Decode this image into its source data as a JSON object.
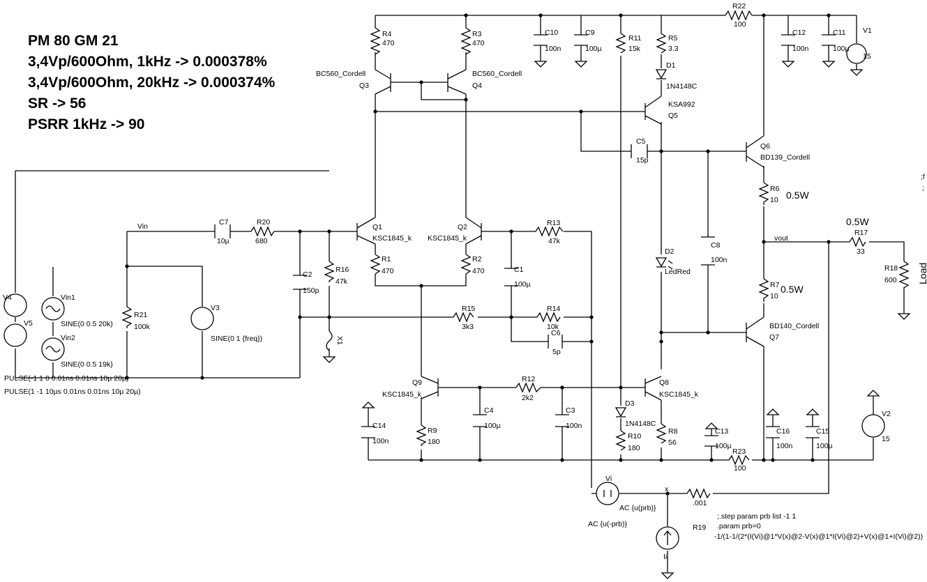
{
  "notes": {
    "line1": "PM 80 GM 21",
    "line2": "3,4Vp/600Ohm, 1kHz   -> 0.000378%",
    "line3": "3,4Vp/600Ohm, 20kHz -> 0.000374%",
    "line4": "SR -> 56",
    "line5": "PSRR 1kHz -> 90"
  },
  "components": {
    "R4": {
      "name": "R4",
      "value": "470"
    },
    "R3": {
      "name": "R3",
      "value": "470"
    },
    "C10": {
      "name": "C10",
      "value": "100n"
    },
    "C9": {
      "name": "C9",
      "value": "100µ"
    },
    "R11": {
      "name": "R11",
      "value": "15k"
    },
    "R5": {
      "name": "R5",
      "value": "3.3"
    },
    "R22": {
      "name": "R22",
      "value": "100"
    },
    "C12": {
      "name": "C12",
      "value": "100n"
    },
    "C11": {
      "name": "C11",
      "value": "100µ"
    },
    "V1": {
      "name": "V1",
      "value": "15"
    },
    "Q3": {
      "name": "Q3",
      "value": "BC560_Cordell"
    },
    "Q4": {
      "name": "Q4",
      "value": "BC560_Cordell"
    },
    "D1": {
      "name": "D1",
      "value": "1N4148C"
    },
    "Q5": {
      "name": "Q5",
      "value": "KSA992"
    },
    "Q6": {
      "name": "Q6",
      "value": "BD139_Cordell"
    },
    "C5": {
      "name": "C5",
      "value": "15p"
    },
    "R6": {
      "name": "R6",
      "value": "10",
      "power": "0.5W"
    },
    "Q1": {
      "name": "Q1",
      "value": "KSC1845_k"
    },
    "Q2": {
      "name": "Q2",
      "value": "KSC1845_k"
    },
    "R1": {
      "name": "R1",
      "value": "470"
    },
    "R2": {
      "name": "R2",
      "value": "470"
    },
    "C7": {
      "name": "C7",
      "value": "10µ"
    },
    "R20": {
      "name": "R20",
      "value": "680"
    },
    "C2": {
      "name": "C2",
      "value": "150p"
    },
    "R16": {
      "name": "R16",
      "value": "47k"
    },
    "R13": {
      "name": "R13",
      "value": "47k"
    },
    "C1": {
      "name": "C1",
      "value": "100µ"
    },
    "D2": {
      "name": "D2",
      "value": "LedRed"
    },
    "C8": {
      "name": "C8",
      "value": "100n"
    },
    "R17": {
      "name": "R17",
      "value": "33",
      "power": "0.5W"
    },
    "R18": {
      "name": "R18",
      "value": "600",
      "label": "Load"
    },
    "R7": {
      "name": "R7",
      "value": "10",
      "power": "0.5W"
    },
    "R21": {
      "name": "R21",
      "value": "100k"
    },
    "V3": {
      "name": "V3",
      "value": "SINE(0 1 {freq})"
    },
    "R15": {
      "name": "R15",
      "value": "3k3"
    },
    "R14": {
      "name": "R14",
      "value": "10k"
    },
    "C6": {
      "name": "C6",
      "value": "5p"
    },
    "Q7": {
      "name": "Q7",
      "value": "BD140_Cordell"
    },
    "X1": {
      "name": "X1"
    },
    "V4": {
      "name": "V4",
      "value": "PULSE(-1 1 0 0.01ns 0.01ns 10µ 20µ)"
    },
    "V5": {
      "name": "V5",
      "value": "PULSE(1 -1 10µs 0.01ns 0.01ns 10µ 20µ)"
    },
    "Vin1": {
      "name": "Vin1",
      "value": "SINE(0 0.5 20k)"
    },
    "Vin2": {
      "name": "Vin2",
      "value": "SINE(0 0.5 19k)"
    },
    "Q9": {
      "name": "Q9",
      "value": "KSC1845_k"
    },
    "R12": {
      "name": "R12",
      "value": "2k2"
    },
    "Q8": {
      "name": "Q8",
      "value": "KSC1845_k"
    },
    "C14": {
      "name": "C14",
      "value": "100n"
    },
    "C4": {
      "name": "C4",
      "value": "100µ"
    },
    "C3": {
      "name": "C3",
      "value": "100n"
    },
    "D3": {
      "name": "D3",
      "value": "1N4148C"
    },
    "R9": {
      "name": "R9",
      "value": "180"
    },
    "R10": {
      "name": "R10",
      "value": "180"
    },
    "R8": {
      "name": "R8",
      "value": "56"
    },
    "C13": {
      "name": "C13",
      "value": "100µ"
    },
    "R23": {
      "name": "R23",
      "value": "100"
    },
    "C16": {
      "name": "C16",
      "value": "100n"
    },
    "C15": {
      "name": "C15",
      "value": "100µ"
    },
    "V2": {
      "name": "V2",
      "value": "15"
    },
    "Vi": {
      "name": "Vi",
      "value": "AC {u(prb)}"
    },
    "Ii": {
      "name": "Ii",
      "value": "AC {u(-prb)}"
    },
    "R19": {
      "name": "R19",
      "value": ".001"
    }
  },
  "nets": {
    "vin": "Vin",
    "vout": "vout",
    "x": "x"
  },
  "directives": {
    "step": ";.step param prb list -1 1",
    "param": ".param prb=0",
    "expr": "-1/(1-1/(2*(I(Vi)@1*V(x)@2-V(x)@1*I(Vi)@2)+V(x)@1+I(Vi)@2))",
    "edge1": ";f",
    "edge2": ";"
  }
}
